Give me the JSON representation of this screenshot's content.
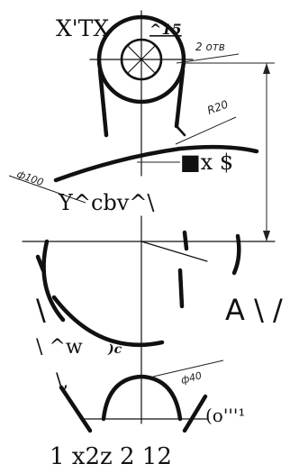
{
  "labels": {
    "top_title": "X'TX",
    "top_note": "^15",
    "holes": "2 отв",
    "radius": "R20",
    "symbol": "■x $",
    "dia_left": "ф100",
    "mid_title": "Y^cbv^\\",
    "big_glyph": "A \\ /",
    "slash_left": "\\",
    "w_label": "\\ ^w",
    "w_sub": ")c",
    "slash_small": "\\,",
    "dia_bottom": "ф40",
    "bottom_right": "(o'''¹",
    "bottom_line": "1 x2z 2 12"
  }
}
